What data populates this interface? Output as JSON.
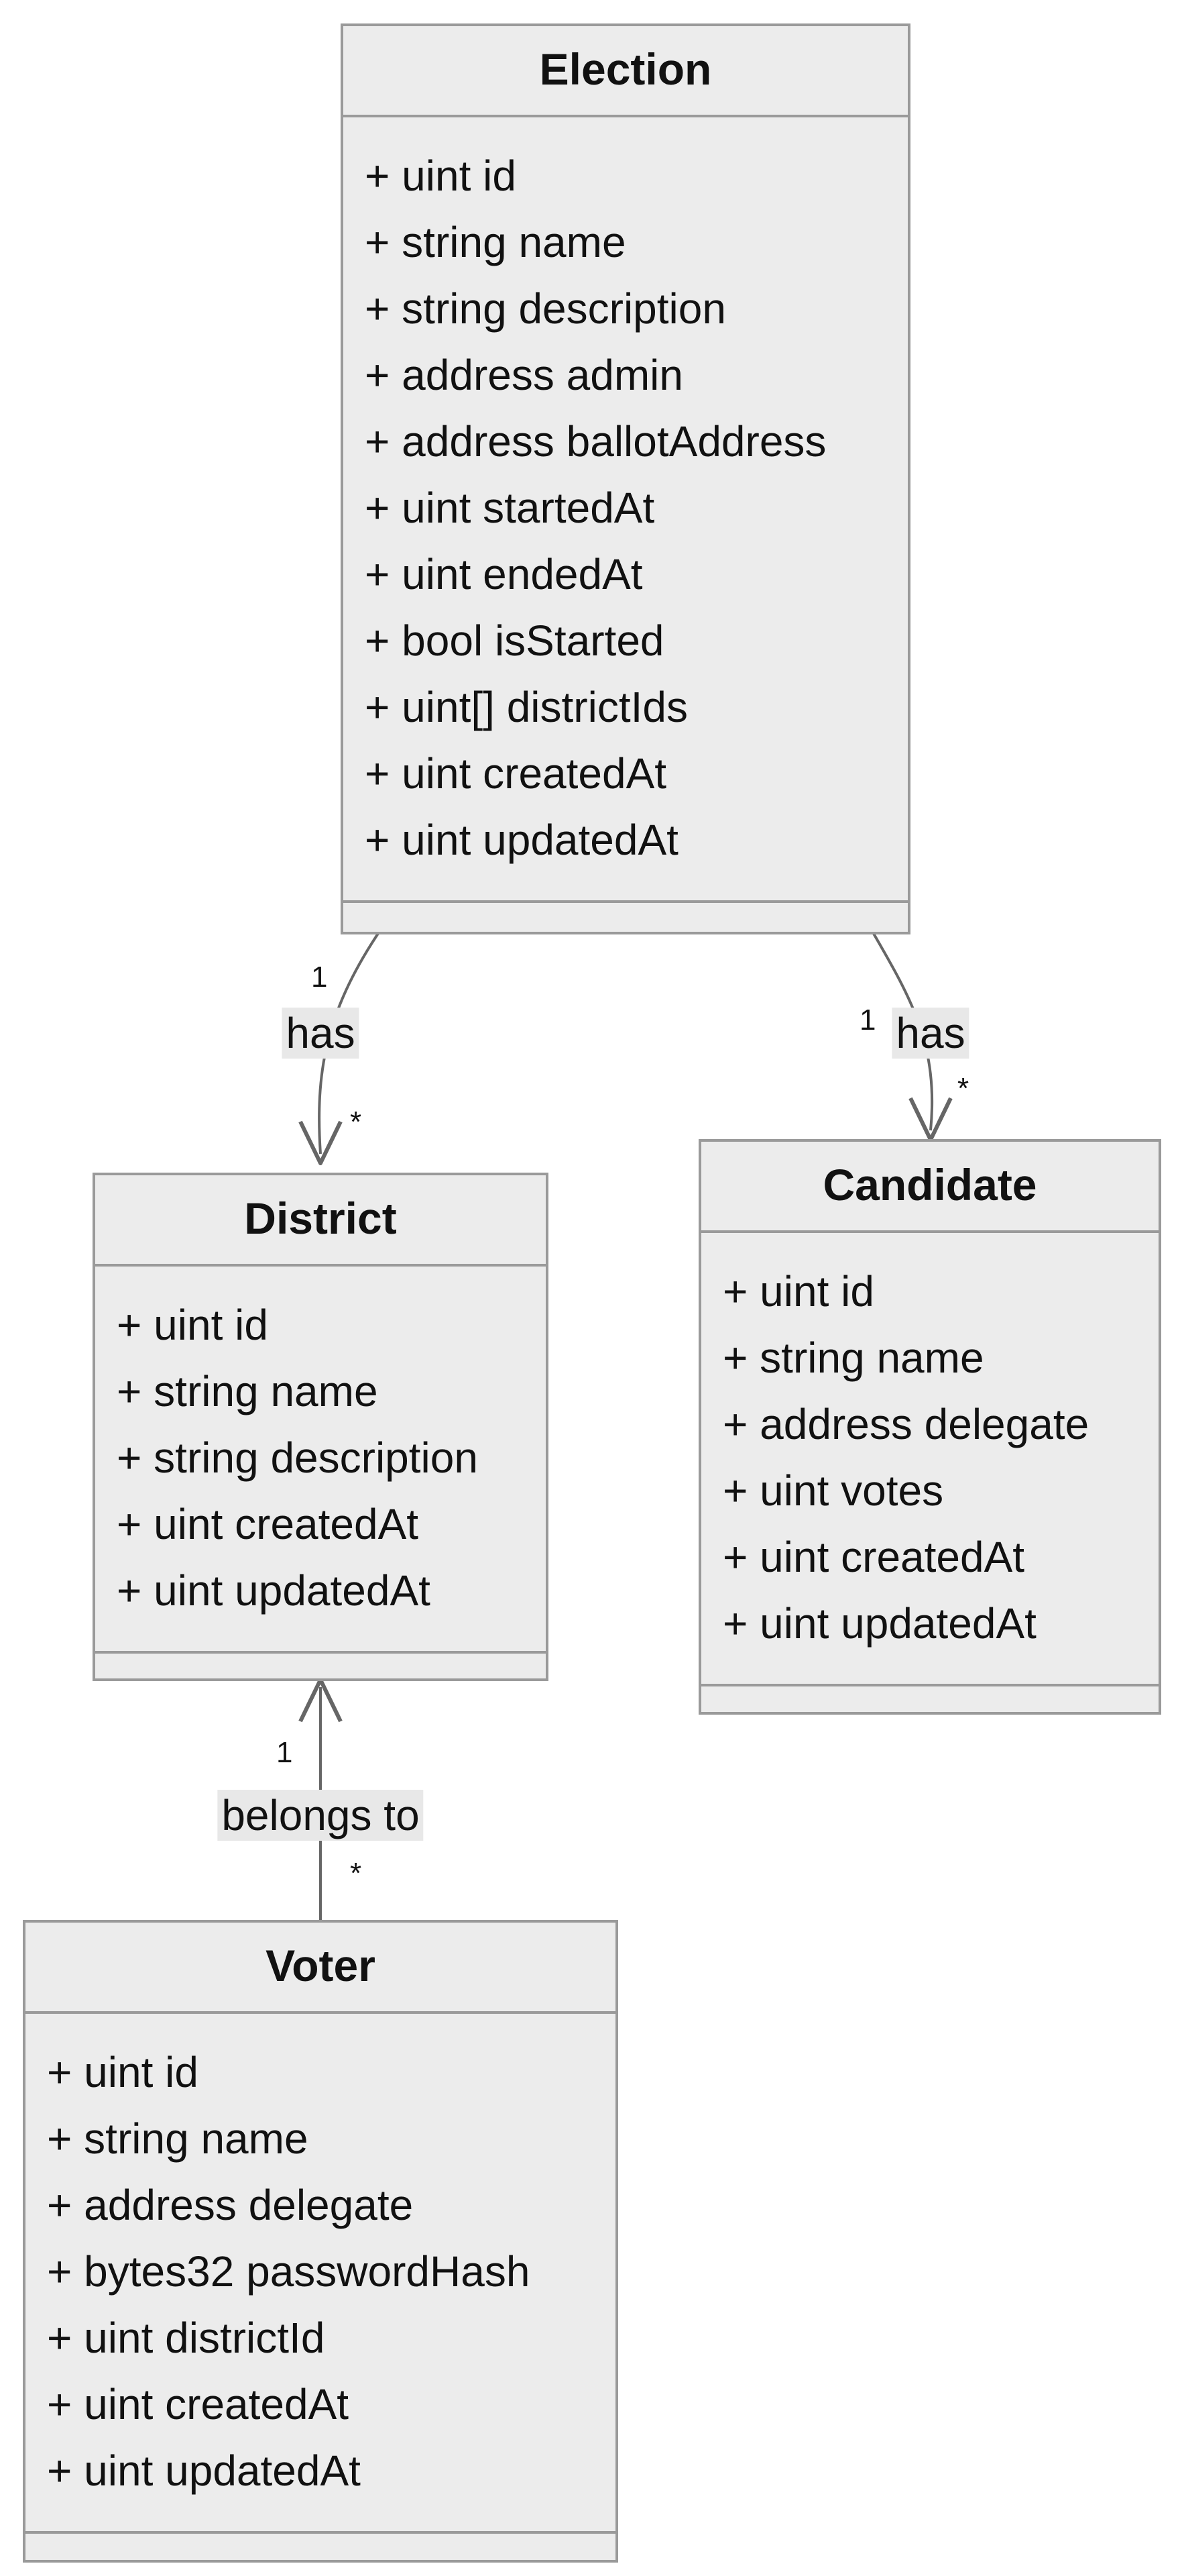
{
  "classes": {
    "election": {
      "name": "Election",
      "attributes": [
        "+ uint id",
        "+ string name",
        "+ string description",
        "+ address admin",
        "+ address ballotAddress",
        "+ uint startedAt",
        "+ uint endedAt",
        "+ bool isStarted",
        "+ uint[] districtIds",
        "+ uint createdAt",
        "+ uint updatedAt"
      ]
    },
    "district": {
      "name": "District",
      "attributes": [
        "+ uint id",
        "+ string name",
        "+ string description",
        "+ uint createdAt",
        "+ uint updatedAt"
      ]
    },
    "candidate": {
      "name": "Candidate",
      "attributes": [
        "+ uint id",
        "+ string name",
        "+ address delegate",
        "+ uint votes",
        "+ uint createdAt",
        "+ uint updatedAt"
      ]
    },
    "voter": {
      "name": "Voter",
      "attributes": [
        "+ uint id",
        "+ string name",
        "+ address delegate",
        "+ bytes32 passwordHash",
        "+ uint districtId",
        "+ uint createdAt",
        "+ uint updatedAt"
      ]
    }
  },
  "relations": {
    "election_district": {
      "label": "has",
      "source_mult": "1",
      "target_mult": "*"
    },
    "election_candidate": {
      "label": "has",
      "source_mult": "1",
      "target_mult": "*"
    },
    "voter_district": {
      "label": "belongs to",
      "source_mult": "*",
      "target_mult": "1"
    }
  },
  "colors": {
    "box_fill": "#ececec",
    "box_border": "#9a9a9a",
    "edge": "#666666",
    "label_bg": "#e8e8e8",
    "text": "#111111"
  }
}
